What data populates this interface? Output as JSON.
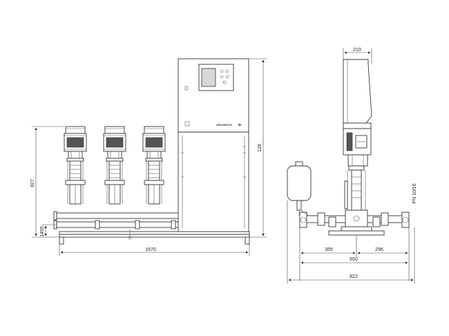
{
  "front_view": {
    "overall_width": "1570",
    "overall_height": "827",
    "inlet_height": "1455",
    "cabinet_height": "128",
    "brand": "GRUNDFOS"
  },
  "side_view": {
    "top_width": "210",
    "left_offset": "355",
    "right_offset": "296",
    "pipe_width": "650",
    "overall_depth": "822",
    "pressure_rating": "PN 10/16"
  }
}
